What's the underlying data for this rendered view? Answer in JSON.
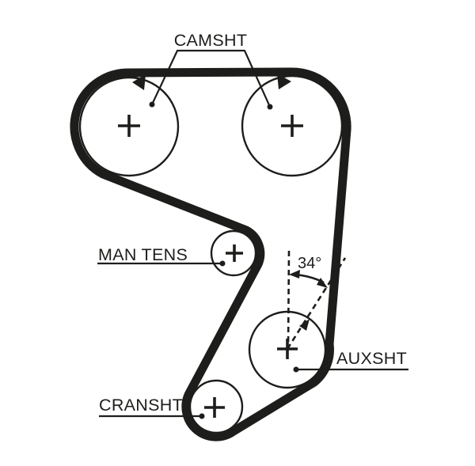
{
  "figure": {
    "type": "timing-belt-routing-diagram",
    "background_color": "#ffffff",
    "ink_color": "#1d1d1b",
    "labels": {
      "camshaft": "CAMSHT",
      "manual_tensioner": "MAN TENS",
      "crankshaft": "CRANSHT",
      "auxiliary_shaft": "AUXSHT"
    },
    "angle_annotation": {
      "value": "34°"
    },
    "pulleys": [
      {
        "id": "camshaft-left",
        "label_ref": "CAMSHT",
        "center_mark": "+",
        "timing_mark": "triangle"
      },
      {
        "id": "camshaft-right",
        "label_ref": "CAMSHT",
        "center_mark": "+",
        "timing_mark": "triangle"
      },
      {
        "id": "manual-tensioner",
        "label_ref": "MAN TENS",
        "center_mark": "+"
      },
      {
        "id": "auxiliary-shaft",
        "label_ref": "AUXSHT",
        "center_mark": "+"
      },
      {
        "id": "crankshaft",
        "label_ref": "CRANSHT",
        "center_mark": "+"
      }
    ]
  }
}
